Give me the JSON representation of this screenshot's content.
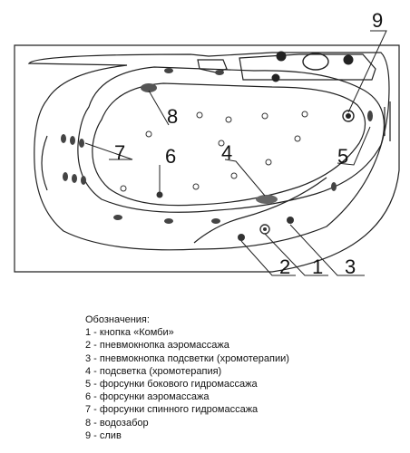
{
  "diagram": {
    "callouts": [
      {
        "id": "1",
        "label": "1"
      },
      {
        "id": "2",
        "label": "2"
      },
      {
        "id": "3",
        "label": "3"
      },
      {
        "id": "4",
        "label": "4"
      },
      {
        "id": "5",
        "label": "5"
      },
      {
        "id": "6",
        "label": "6"
      },
      {
        "id": "7",
        "label": "7"
      },
      {
        "id": "8",
        "label": "8"
      },
      {
        "id": "9",
        "label": "9"
      }
    ]
  },
  "legend": {
    "title": "Обозначения:",
    "items": [
      "1 - кнопка «Комби»",
      "2 - пневмокнопка аэромассажа",
      "3 - пневмокнопка подсветки (хромотерапии)",
      "4 - подсветка (хромотерапия)",
      "5 - форсунки бокового гидромассажа",
      "6 - форсунки аэромассажа",
      "7 - форсунки спинного гидромассажа",
      "8 - водозабор",
      "9 - слив"
    ]
  }
}
